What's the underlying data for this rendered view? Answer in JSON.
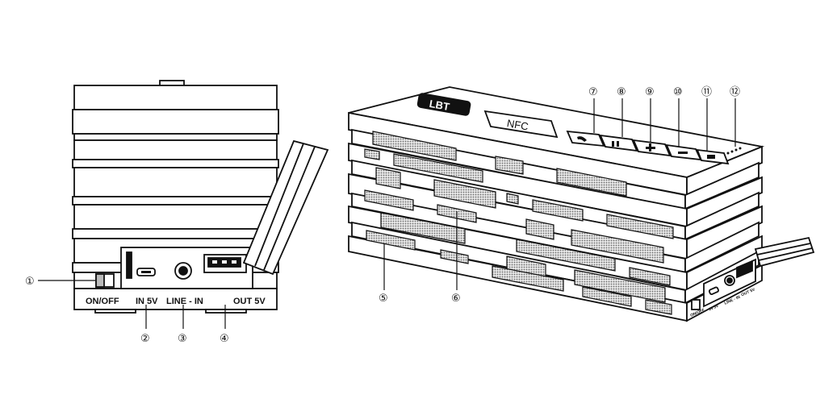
{
  "side_view": {
    "port_labels": {
      "onoff": "ON/OFF",
      "in5v": "IN 5V",
      "linein": "LINE - IN",
      "out5v": "OUT 5V"
    },
    "callouts": {
      "c1": "①",
      "c2": "②",
      "c3": "③",
      "c4": "④"
    }
  },
  "main_view": {
    "brand_badge": "LBT",
    "nfc_label": "NFC",
    "callouts": {
      "c5": "⑤",
      "c6": "⑥",
      "c7": "⑦",
      "c8": "⑧",
      "c9": "⑨",
      "c10": "⑩",
      "c11": "⑪",
      "c12": "⑫"
    },
    "small_port_labels": {
      "onoff": "ON/OFF",
      "in5v": "IN 5V",
      "linein": "LINE - IN",
      "out5v": "OUT 5V"
    }
  },
  "colors": {
    "stroke": "#111111",
    "mesh": "#8c8c8c",
    "background": "#ffffff"
  }
}
